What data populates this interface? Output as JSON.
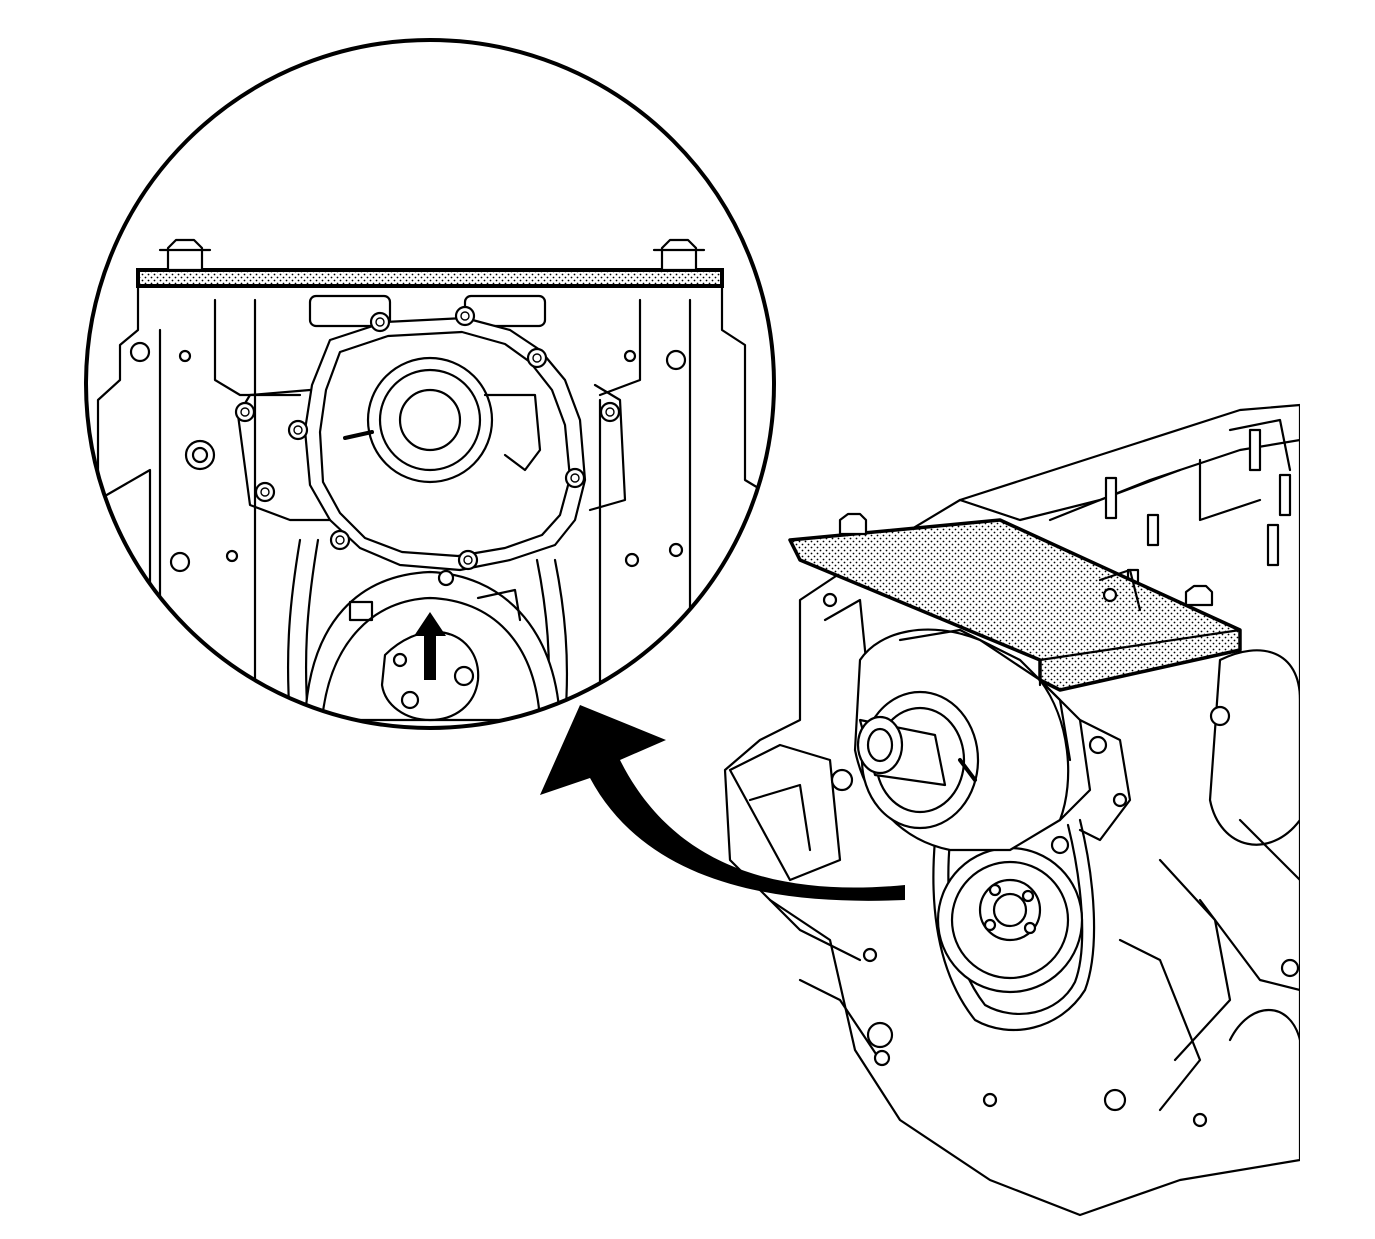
{
  "figure": {
    "background_color": "#ffffff",
    "line_color": "#000000",
    "parts": {
      "detail_view": "magnified-detail-circle",
      "indicator_arrow": "curved-pointer-arrow",
      "direction_arrow": "up-arrow-icon",
      "engine_block": "engine-block-overview"
    }
  }
}
